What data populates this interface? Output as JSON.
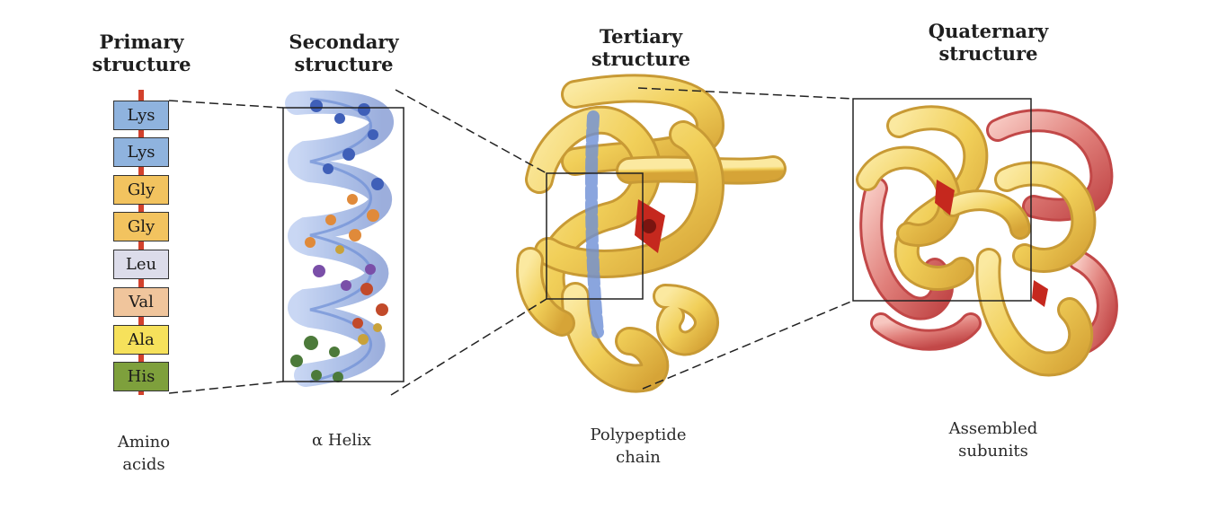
{
  "headers": {
    "primary": [
      "Primary",
      "structure"
    ],
    "secondary": [
      "Secondary",
      "structure"
    ],
    "tertiary": [
      "Tertiary",
      "structure"
    ],
    "quaternary": [
      "Quaternary",
      "structure"
    ]
  },
  "amino_acids": [
    {
      "label": "Lys",
      "color": "#8fb3de"
    },
    {
      "label": "Lys",
      "color": "#8fb3de"
    },
    {
      "label": "Gly",
      "color": "#f2c35f"
    },
    {
      "label": "Gly",
      "color": "#f2c35f"
    },
    {
      "label": "Leu",
      "color": "#dcdcea"
    },
    {
      "label": "Val",
      "color": "#f0c59c"
    },
    {
      "label": "Ala",
      "color": "#f6e15b"
    },
    {
      "label": "His",
      "color": "#7ea03c"
    }
  ],
  "captions": {
    "primary": [
      "Amino",
      "acids"
    ],
    "secondary": [
      "α Helix"
    ],
    "tertiary": [
      "Polypeptide",
      "chain"
    ],
    "quaternary": [
      "Assembled",
      "subunits"
    ]
  },
  "colors": {
    "helix_blue": "#6d8fd6",
    "chain_yellow": "#f1cf59",
    "subunit_red": "#dc6a6a",
    "heme_red": "#c5281e"
  }
}
